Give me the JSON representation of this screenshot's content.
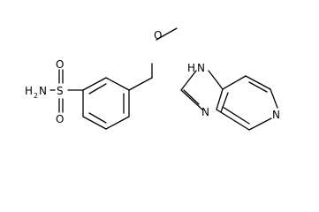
{
  "molecule": {
    "atoms": {
      "sulfur": "S",
      "oxygen_top": "O",
      "oxygen_bottom": "O",
      "amine_n": "N",
      "amine_h": "H",
      "amine_h_count": "2",
      "methoxy_oxygen": "O",
      "imidazole_nh_h": "H",
      "imidazole_nh_n": "N",
      "imidazole_n": "N",
      "pyridine_n": "N"
    }
  }
}
